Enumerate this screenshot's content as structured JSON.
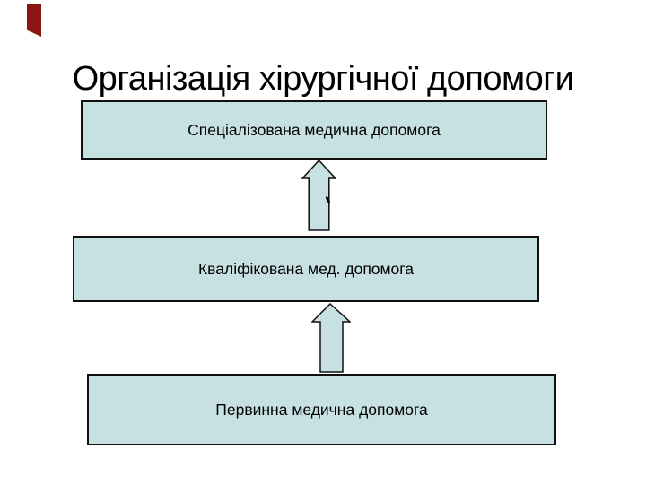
{
  "slide": {
    "title": "Організація хірургічної допомоги",
    "boxes": [
      {
        "label": "Спеціалізована медична допомога"
      },
      {
        "label": "Кваліфікована мед. допомога"
      },
      {
        "label": "Первинна медична допомога"
      }
    ],
    "arrows": [
      {
        "direction": "up",
        "from": "Кваліфікована мед. допомога",
        "to": "Спеціалізована медична допомога"
      },
      {
        "direction": "up",
        "from": "Первинна медична допомога",
        "to": "Кваліфікована мед. допомога"
      }
    ],
    "icons": [
      "bookmark-icon",
      "up-arrow-icon"
    ],
    "colors": {
      "background": "#ffffff",
      "text": "#000000",
      "box_fill": "#c7e0e2",
      "box_border": "#111111",
      "bookmark_red": "#8a1512"
    }
  }
}
